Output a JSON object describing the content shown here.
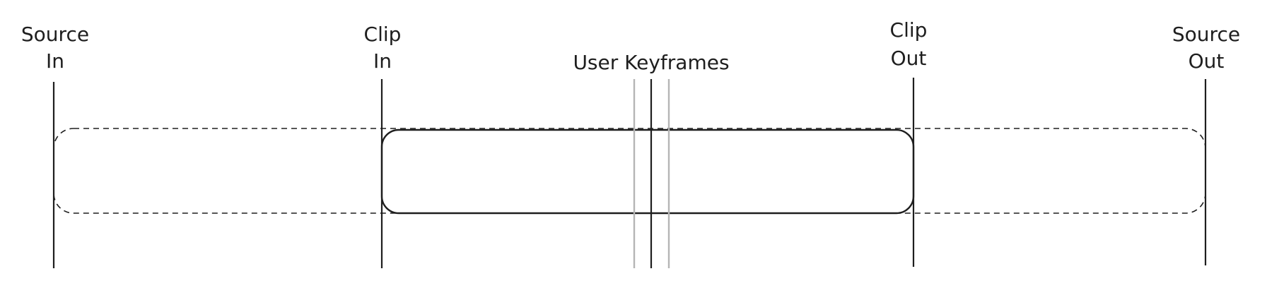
{
  "labels": {
    "source_in": [
      "Source",
      "In"
    ],
    "clip_in": [
      "Clip",
      "In"
    ],
    "user_keyframes": "User Keyframes",
    "clip_out": [
      "Clip",
      "Out"
    ],
    "source_out": [
      "Source",
      "Out"
    ]
  }
}
